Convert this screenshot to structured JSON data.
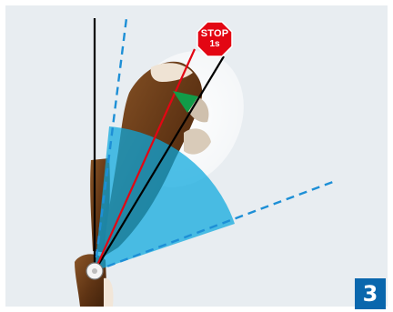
{
  "stop_sign": {
    "label": "STOP",
    "sub": "1s",
    "color": "#e30613"
  },
  "step": {
    "number": "3",
    "color": "#0a67ad"
  },
  "colors": {
    "background": "#e8edf1",
    "range_fill": "#0aa7de",
    "guide_dashed": "#1d8fd6",
    "start_line": "#000000",
    "target_line": "#e30613",
    "direction_arrow": "#129b48",
    "limb": "#6b3e1c"
  },
  "icons": [
    "stop-sign-icon",
    "direction-arrow-icon",
    "knee-joint-icon"
  ]
}
